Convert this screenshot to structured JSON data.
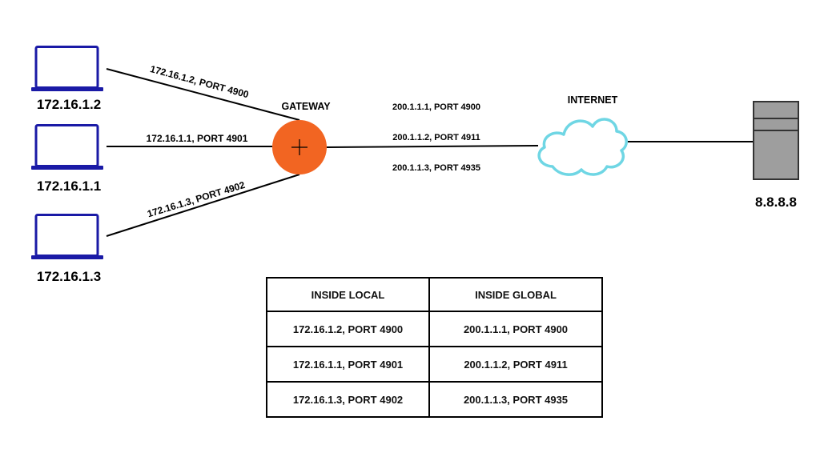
{
  "hosts": [
    {
      "ip": "172.16.1.2",
      "link_label": "172.16.1.2, PORT 4900"
    },
    {
      "ip": "172.16.1.1",
      "link_label": "172.16.1.1, PORT 4901"
    },
    {
      "ip": "172.16.1.3",
      "link_label": "172.16.1.3, PORT 4902"
    }
  ],
  "gateway": {
    "label": "GATEWAY",
    "color": "#f26522"
  },
  "internet": {
    "label": "INTERNET",
    "cloud_color": "#6fd6e4"
  },
  "outside_labels": [
    "200.1.1.1, PORT 4900",
    "200.1.1.2, PORT 4911",
    "200.1.1.3, PORT 4935"
  ],
  "server": {
    "ip": "8.8.8.8",
    "color": "#9e9e9e"
  },
  "laptop_color": "#1a1aa6",
  "table": {
    "headers": [
      "INSIDE LOCAL",
      "INSIDE GLOBAL"
    ],
    "rows": [
      [
        "172.16.1.2, PORT 4900",
        "200.1.1.1, PORT 4900"
      ],
      [
        "172.16.1.1, PORT 4901",
        "200.1.1.2, PORT 4911"
      ],
      [
        "172.16.1.3, PORT 4902",
        "200.1.1.3, PORT 4935"
      ]
    ]
  }
}
